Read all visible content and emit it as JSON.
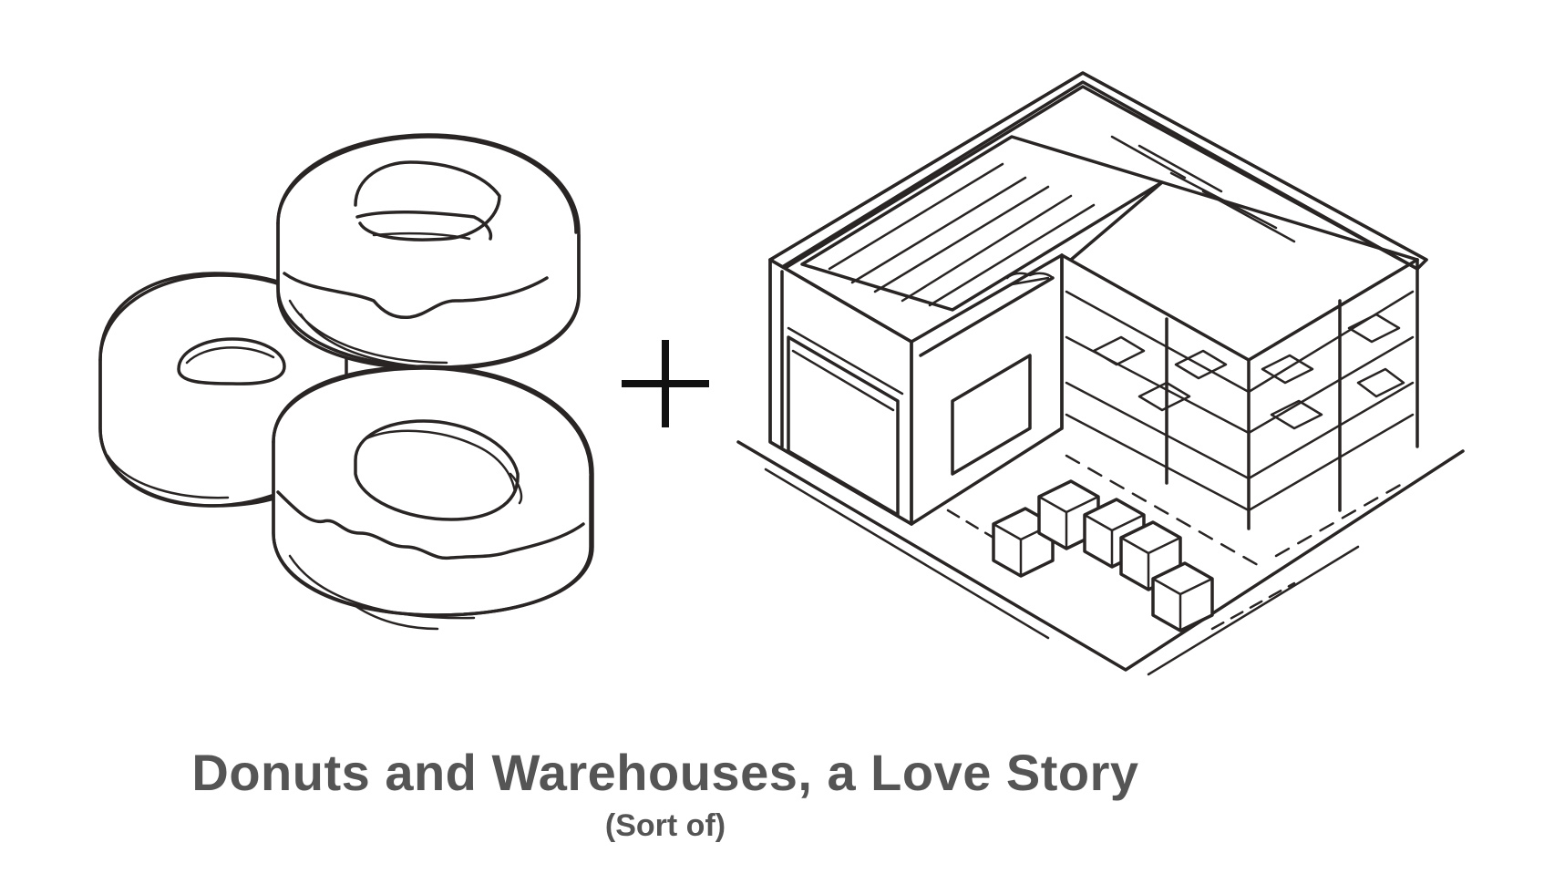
{
  "caption": {
    "title": "Donuts and Warehouses, a Love Story",
    "subtitle": "(Sort of)"
  },
  "colors": {
    "background": "#ffffff",
    "ink": "#2a2525",
    "caption_text": "#555555"
  },
  "icons": {
    "left": "donuts-illustration",
    "middle": "plus-sign",
    "right": "warehouse-illustration"
  }
}
